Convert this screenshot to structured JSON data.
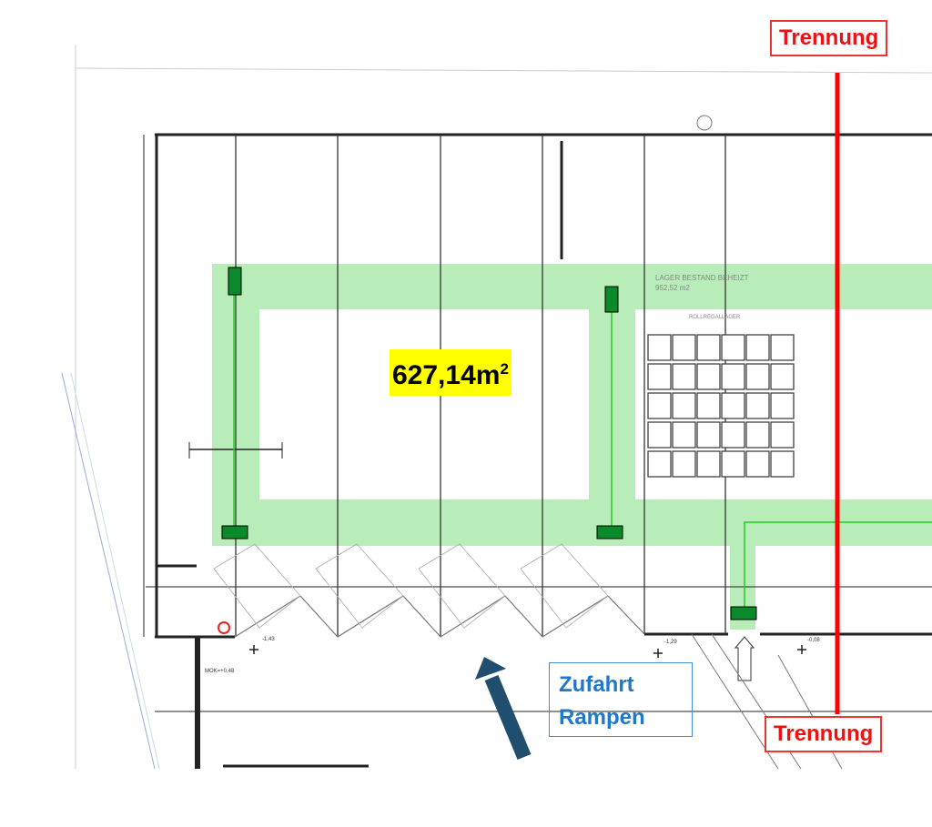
{
  "area_label": {
    "value": "627,14m",
    "unit_sup": "2"
  },
  "separation_labels": {
    "top": "Trennung",
    "bottom": "Trennung"
  },
  "access_label": {
    "line1": "Zufahrt",
    "line2": "Rampen"
  },
  "existing_area": {
    "title": "LAGER BESTAND BEHEIZT",
    "size": "952,52 m2",
    "sublabel": "ROLLREGALLAGER"
  },
  "elevations": {
    "a": "-1,43",
    "b": "-1,29",
    "c": "-0,08",
    "mok": "MOK=+0,48"
  },
  "colors": {
    "green_zone": "#b8ecb8",
    "separation": "#ff0000",
    "highlight": "#ffff00",
    "access_arrow": "#1f4e6e",
    "access_text": "#1f78c8"
  }
}
